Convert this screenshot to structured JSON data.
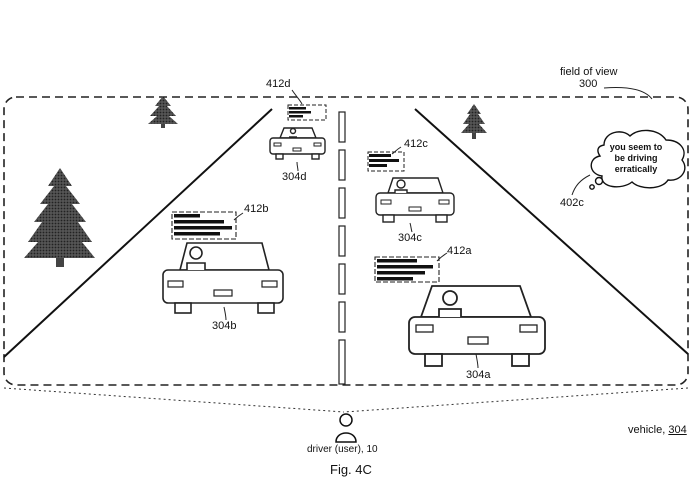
{
  "field_of_view": {
    "label_line1": "field of view",
    "label_line2": "300"
  },
  "labels": {
    "l412d": "412d",
    "l412c": "412c",
    "l412b": "412b",
    "l412a": "412a",
    "l304d": "304d",
    "l304c": "304c",
    "l304b": "304b",
    "l304a": "304a",
    "l402c": "402c"
  },
  "bubble": {
    "line1": "you seem to",
    "line2": "be driving",
    "line3": "erratically"
  },
  "driver": {
    "text": "driver (user), 10"
  },
  "vehicle": {
    "text": "vehicle, ",
    "ref": "304"
  },
  "figure": {
    "title": "Fig. 4C"
  }
}
